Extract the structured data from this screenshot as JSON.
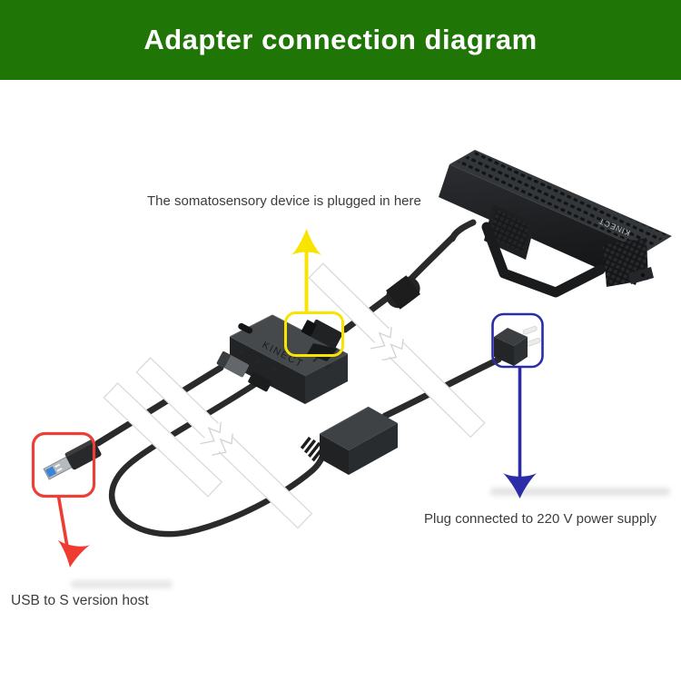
{
  "header": {
    "title": "Adapter connection diagram"
  },
  "colors": {
    "header_bg": "#1f7607",
    "highlight_yellow": "#f8e400",
    "highlight_blue": "#2b2ca8",
    "highlight_red": "#ea4038",
    "cable_black": "#2a2a2a"
  },
  "labels": {
    "somatosensory": "The somatosensory device is plugged in here",
    "power": "Plug connected to 220 V power supply",
    "usb": "USB to S version host"
  },
  "devices": {
    "sensor_logo": "KINECT",
    "adapter_logo": "KINECT"
  }
}
